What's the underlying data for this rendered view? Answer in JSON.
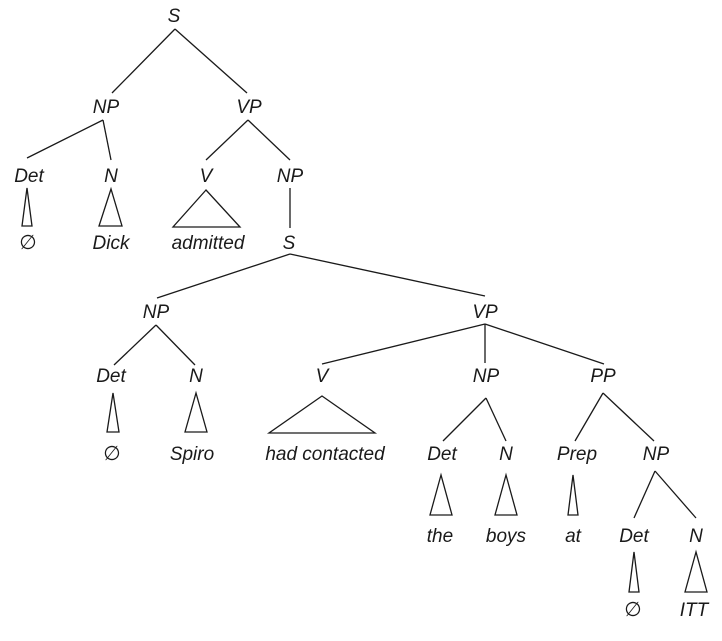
{
  "tree": {
    "labels": {
      "s_root": "S",
      "np_subj": "NP",
      "vp_main": "VP",
      "det_subj": "Det",
      "n_subj": "N",
      "v_main": "V",
      "np_obj": "NP",
      "s_emb": "S",
      "np_emb": "NP",
      "vp_emb": "VP",
      "det_emb": "Det",
      "n_emb": "N",
      "v_emb": "V",
      "np_emb_obj": "NP",
      "pp": "PP",
      "det_boys": "Det",
      "n_boys": "N",
      "prep": "Prep",
      "np_pp": "NP",
      "det_itt": "Det",
      "n_itt": "N"
    },
    "words": {
      "null_1": "∅",
      "dick": "Dick",
      "admitted": "admitted",
      "null_2": "∅",
      "spiro": "Spiro",
      "had_contacted": "had contacted",
      "the": "the",
      "boys": "boys",
      "at": "at",
      "null_3": "∅",
      "itt": "ITT"
    }
  }
}
